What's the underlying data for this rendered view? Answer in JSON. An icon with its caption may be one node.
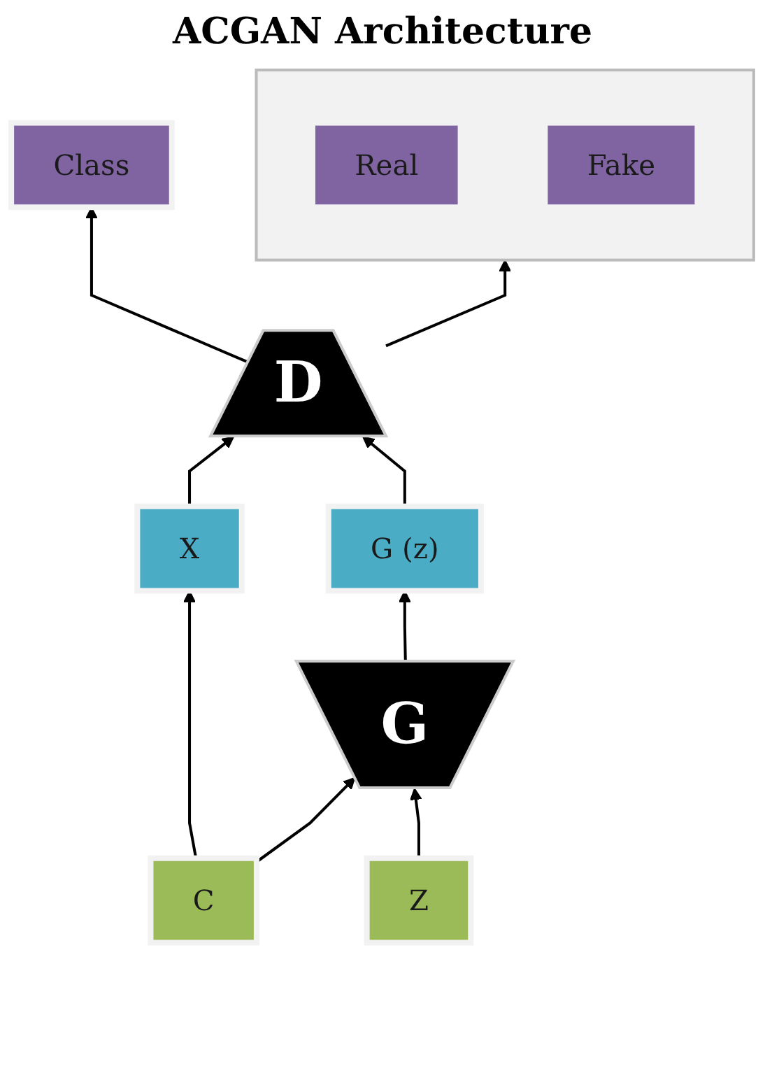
{
  "diagram": {
    "title": "ACGAN Architecture",
    "nodes": [
      {
        "text": [],
        "shape": "box"
      },
      {
        "text": [
          "Real"
        ],
        "in": 0
      },
      {
        "text": [
          "Fake"
        ],
        "in": 0
      },
      {
        "text": [
          "Class"
        ]
      },
      {
        "text": [
          "D"
        ]
      },
      {
        "text": [
          "X"
        ]
      },
      {
        "text": [
          "G (z)"
        ]
      },
      {
        "text": [
          "G"
        ]
      },
      {
        "text": [
          "C"
        ]
      },
      {
        "text": [
          "Z"
        ]
      }
    ],
    "edges": [
      {
        "from": 4,
        "to": 0,
        "arrow": "to"
      },
      {
        "from": 4,
        "to": 3,
        "arrow": "to"
      },
      {
        "from": 5,
        "to": 4,
        "arrow": "to"
      },
      {
        "from": 6,
        "to": 4,
        "arrow": "to"
      },
      {
        "from": 7,
        "to": 6,
        "arrow": "to"
      },
      {
        "from": 8,
        "to": 5,
        "arrow": "to"
      },
      {
        "from": 8,
        "to": 7,
        "arrow": "to"
      },
      {
        "from": 9,
        "to": 7,
        "arrow": "to"
      }
    ]
  }
}
